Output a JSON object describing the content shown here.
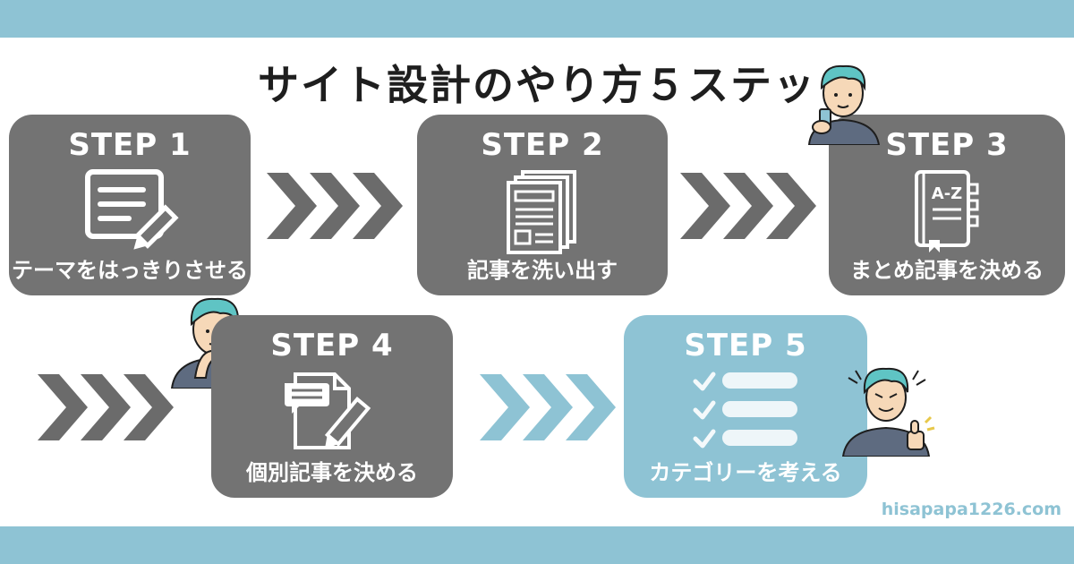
{
  "title": "サイト設計のやり方５ステップ",
  "steps": [
    {
      "label": "STEP 1",
      "caption": "テーマをはっきりさせる",
      "icon": "notepad-pencil-icon"
    },
    {
      "label": "STEP 2",
      "caption": "記事を洗い出す",
      "icon": "document-stack-icon"
    },
    {
      "label": "STEP 3",
      "caption": "まとめ記事を決める",
      "icon": "a-z-notebook-icon"
    },
    {
      "label": "STEP 4",
      "caption": "個別記事を決める",
      "icon": "document-comment-pencil-icon"
    },
    {
      "label": "STEP 5",
      "caption": "カテゴリーを考える",
      "icon": "checklist-icon"
    }
  ],
  "website": "hisapapa1226.com",
  "colors": {
    "band": "#8ec3d4",
    "card": "#737373",
    "highlight": "#8ec3d4",
    "arrow_gray": "#6b6b6b",
    "arrow_blue": "#8ec3d4",
    "title_text": "#1e1e1e"
  }
}
